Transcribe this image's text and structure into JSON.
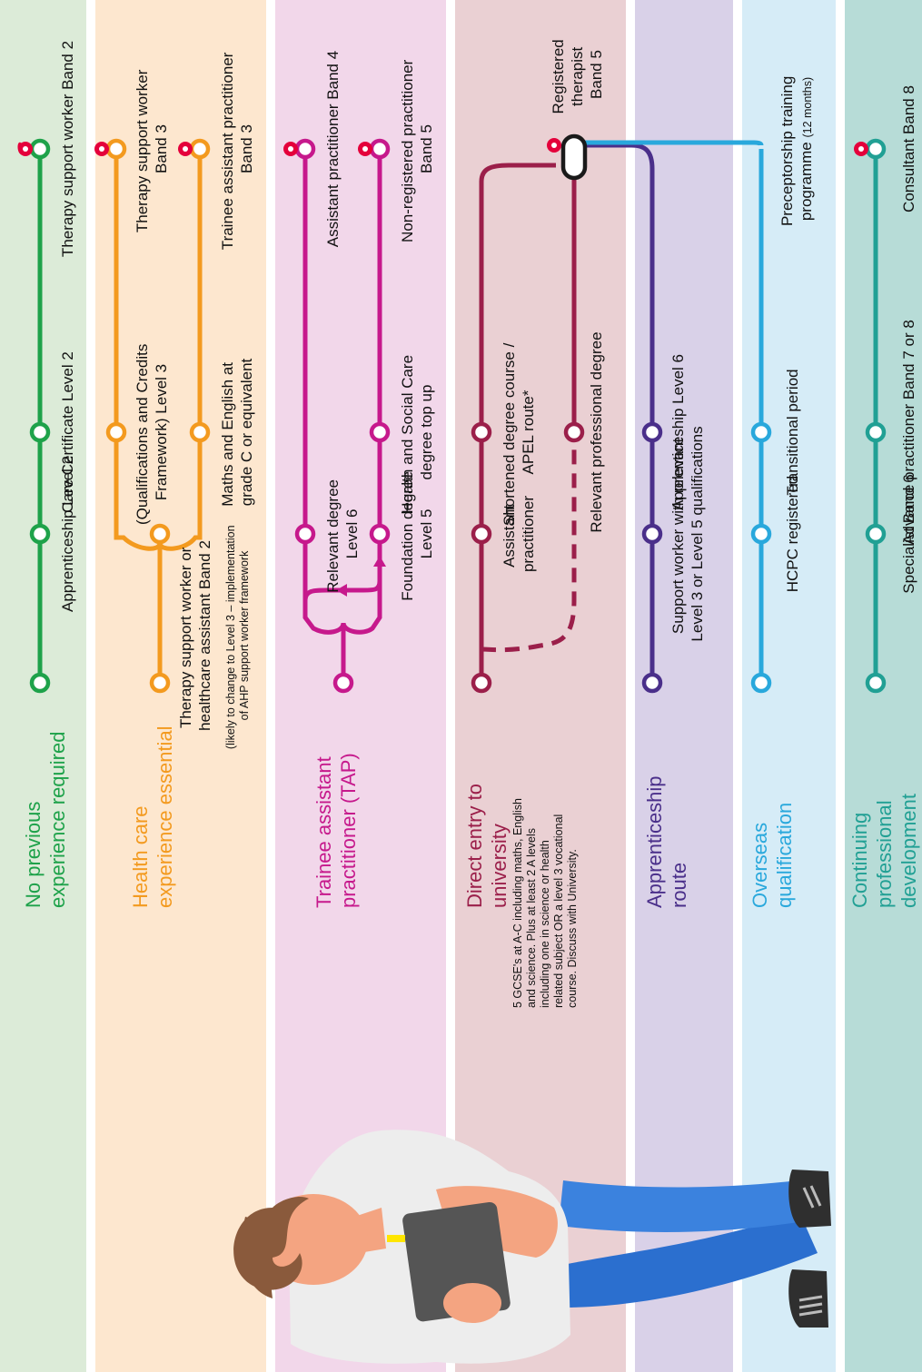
{
  "colors": {
    "green": "#1ea24a",
    "orange": "#f39a1f",
    "magenta": "#c6198c",
    "maroon": "#9b1f4a",
    "purple": "#4a2f8a",
    "blue": "#29a8dc",
    "teal": "#21a094",
    "pin": "#e4003b",
    "lane_bg_green": "#dcebd8",
    "lane_bg_orange": "#fde7cf",
    "lane_bg_pink": "#f2d7ea",
    "lane_bg_maroon": "#ead0d3",
    "lane_bg_purple": "#d9d1e8",
    "lane_bg_blue": "#d6ecf7",
    "lane_bg_teal": "#b7dcd7"
  },
  "lanes": {
    "green": {
      "title_lines": [
        "No previous",
        "experience required"
      ],
      "stops": [
        {
          "lines": [
            "Apprenticeship Level 2"
          ]
        },
        {
          "lines": [
            "Care Certificate Level 2"
          ]
        },
        {
          "lines": [
            "Therapy support worker Band 2"
          ]
        }
      ]
    },
    "orange": {
      "title_lines": [
        "Health care",
        "experience essential"
      ],
      "start_lines": [
        "Therapy support worker or",
        "healthcare assistant Band 2"
      ],
      "start_note_lines": [
        "(likely to change to Level 3 – implementation",
        "of AHP support worker framework"
      ],
      "upper_mid_lines": [
        "(Qualifications and Credits",
        "Framework) Level 3"
      ],
      "upper_end_lines": [
        "Therapy support worker",
        "Band 3"
      ],
      "lower_mid_lines": [
        "Maths and English at",
        "grade C or equivalent"
      ],
      "lower_end_lines": [
        "Trainee assistant practitioner",
        "Band 3"
      ]
    },
    "pink": {
      "title_lines": [
        "Trainee assistant",
        "practitioner (TAP)"
      ],
      "upper_stop_lines": [
        "Relevant degree",
        "Level 6"
      ],
      "upper_end_lines": [
        "Assistant practitioner Band 4"
      ],
      "lower_stop_lines": [
        "Foundation degree",
        "Level 5"
      ],
      "lower_mid_lines": [
        "Health and Social Care",
        "degree top up"
      ],
      "lower_end_lines": [
        "Non-registered practitioner",
        "Band 5"
      ]
    },
    "maroon": {
      "title_lines": [
        "Direct entry to",
        "university"
      ],
      "requirements_lines": [
        "5 GCSE's at A-C including maths, English",
        "and science. Plus at least 2 A levels",
        "including one in science or health",
        "related subject OR a level 3 vocational",
        "course. Discuss with University."
      ],
      "assistant_lines": [
        "Assistant",
        "practitioner"
      ],
      "shortened_lines": [
        "Shortened degree course /",
        "APEL route*"
      ],
      "relevant_lines": [
        "Relevant professional degree"
      ],
      "end_lines": [
        "Registered",
        "therapist",
        "Band 5"
      ]
    },
    "purple": {
      "title_lines": [
        "Apprenticeship",
        "route"
      ],
      "stops": [
        {
          "lines": [
            "Support worker with relevant",
            "Level 3 or Level 5 qualifications"
          ]
        },
        {
          "lines": [
            "Apprenticeship Level 6"
          ]
        }
      ]
    },
    "blue": {
      "title_lines": [
        "Overseas",
        "qualification"
      ],
      "stops": [
        {
          "lines": [
            "HCPC registered"
          ]
        },
        {
          "lines": [
            "Transitional period"
          ]
        }
      ],
      "end_main": "Preceptorship training",
      "end_second": "programme",
      "end_small": "(12 months)"
    },
    "teal": {
      "title_lines": [
        "Continuing",
        "professional",
        "development"
      ],
      "stops": [
        {
          "lines": [
            "Specialist Band 6"
          ]
        },
        {
          "lines": [
            "Advance practitioner Band 7 or 8"
          ]
        },
        {
          "lines": [
            "Consultant Band 8"
          ]
        }
      ]
    }
  }
}
